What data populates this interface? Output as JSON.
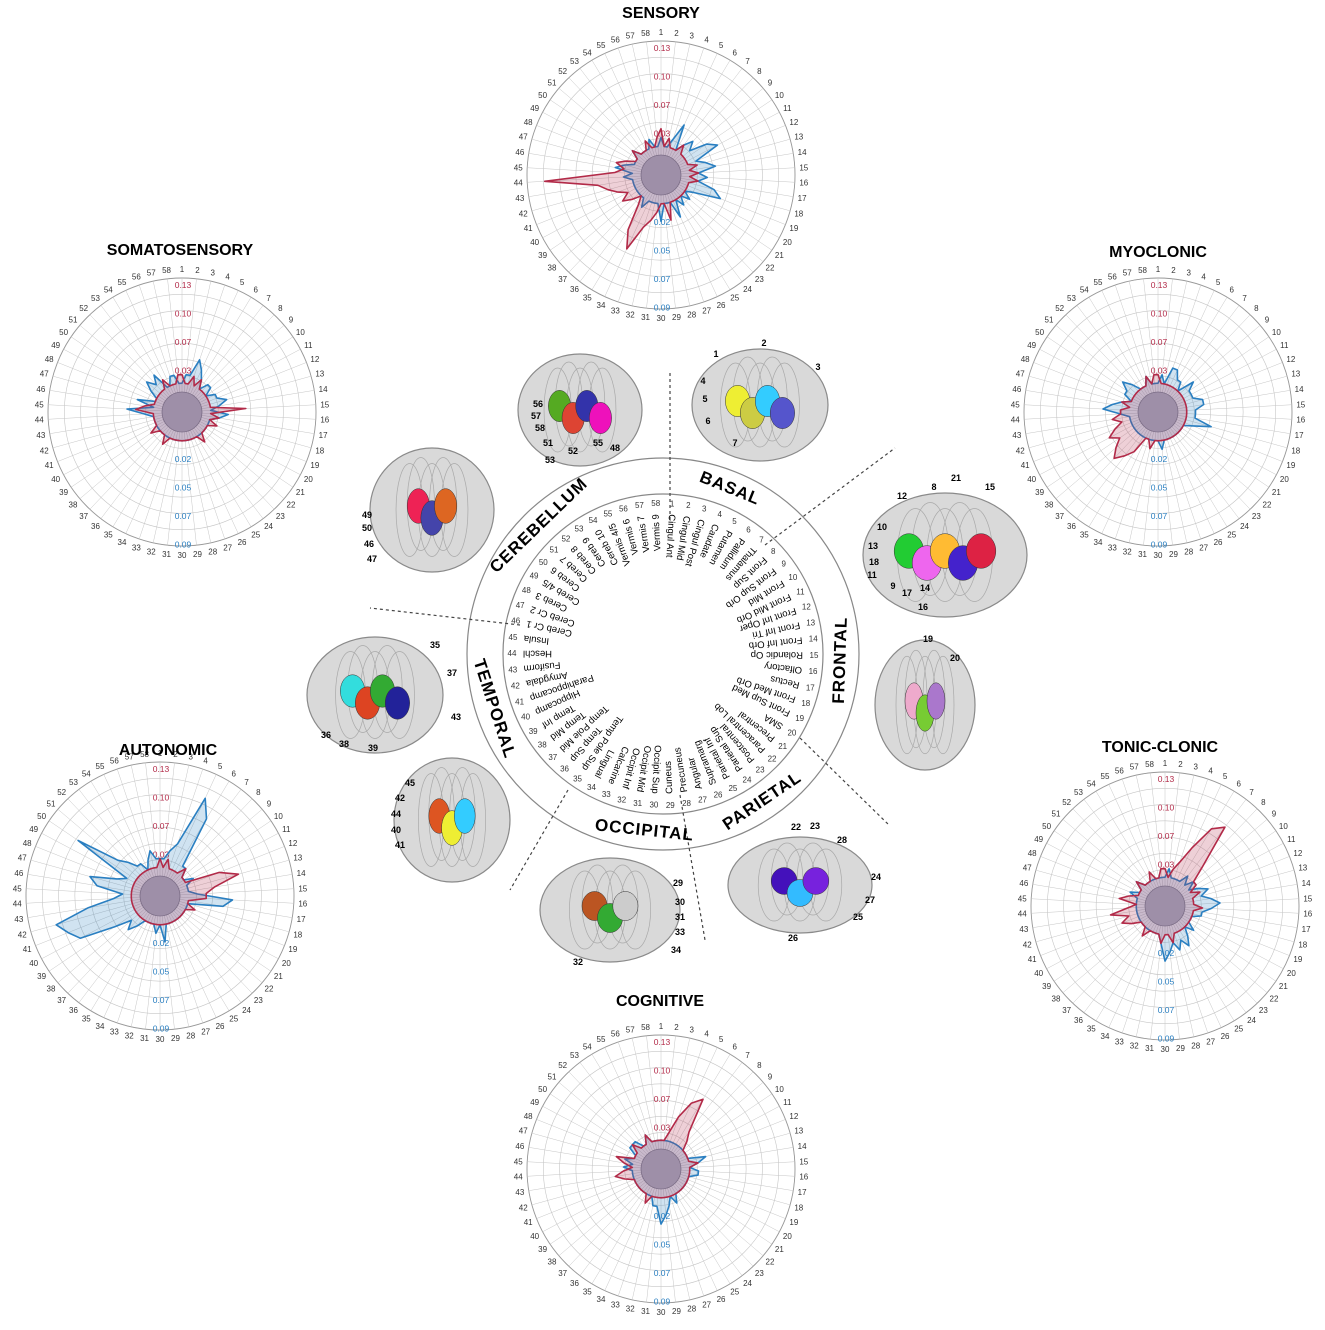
{
  "colors": {
    "positive": "#b22a48",
    "negative": "#2a7fc1",
    "core": "#9e8fa8",
    "grid": "#c6c6c6"
  },
  "ring_labels": {
    "positive": [
      "0.13",
      "0.10",
      "0.07",
      "0.03"
    ],
    "negative": [
      "0.02",
      "0.05",
      "0.07",
      "0.09"
    ]
  },
  "index_labels": [
    "1",
    "2",
    "3",
    "4",
    "5",
    "6",
    "7",
    "8",
    "9",
    "10",
    "11",
    "12",
    "13",
    "14",
    "15",
    "16",
    "17",
    "18",
    "19",
    "20",
    "21",
    "22",
    "23",
    "24",
    "25",
    "26",
    "27",
    "28",
    "29",
    "30",
    "31",
    "32",
    "33",
    "34",
    "35",
    "36",
    "37",
    "38",
    "39",
    "40",
    "41",
    "42",
    "43",
    "44",
    "45",
    "46",
    "47",
    "48",
    "49",
    "50",
    "51",
    "52",
    "53",
    "54",
    "55",
    "56",
    "57",
    "58"
  ],
  "charts": [
    {
      "key": "sensory",
      "title": "SENSORY",
      "pos": [
        0.03,
        0.01,
        0.02,
        0.01,
        0.01,
        0.01,
        0.02,
        0.01,
        0.01,
        0.01,
        0.01,
        0.01,
        0.02,
        0.01,
        0.02,
        0.01,
        0.02,
        0.01,
        0.01,
        0.01,
        0.01,
        0.01,
        0.01,
        0.01,
        0.01,
        0.01,
        0.01,
        0.03,
        0.01,
        0.01,
        0.02,
        0.03,
        0.04,
        0.07,
        0.05,
        0.02,
        0.01,
        0.02,
        0.03,
        0.02,
        0.03,
        0.04,
        0.05,
        0.11,
        0.03,
        0.02,
        0.03,
        0.02,
        0.01,
        0.01,
        0.02,
        0.01,
        0.01,
        0.01,
        0.02,
        0.01,
        0.01,
        0.02
      ],
      "neg": [
        0.02,
        0.01,
        0.01,
        0.02,
        0.04,
        0.01,
        0.02,
        0.03,
        0.02,
        0.04,
        0.05,
        0.02,
        0.03,
        0.04,
        0.02,
        0.03,
        0.02,
        0.04,
        0.05,
        0.02,
        0.01,
        0.02,
        0.01,
        0.02,
        0.01,
        0.03,
        0.01,
        0.01,
        0.01,
        0.03,
        0.01,
        0.01,
        0.01,
        0.01,
        0.02,
        0.01,
        0.01,
        0.01,
        0.01,
        0.01,
        0.01,
        0.01,
        0.01,
        0.02,
        0.01,
        0.03,
        0.02,
        0.01,
        0.01,
        0.01,
        0.02,
        0.01,
        0.01,
        0.01,
        0.01,
        0.02,
        0.01,
        0.01
      ]
    },
    {
      "key": "somatosensory",
      "title": "SOMATOSENSORY",
      "pos": [
        0.02,
        0.01,
        0.01,
        0.02,
        0.01,
        0.02,
        0.01,
        0.01,
        0.01,
        0.01,
        0.01,
        0.01,
        0.01,
        0.01,
        0.05,
        0.01,
        0.02,
        0.01,
        0.02,
        0.01,
        0.01,
        0.01,
        0.01,
        0.02,
        0.01,
        0.01,
        0.01,
        0.01,
        0.01,
        0.01,
        0.01,
        0.01,
        0.01,
        0.01,
        0.02,
        0.01,
        0.01,
        0.01,
        0.02,
        0.01,
        0.01,
        0.01,
        0.01,
        0.01,
        0.03,
        0.02,
        0.01,
        0.01,
        0.01,
        0.01,
        0.01,
        0.01,
        0.01,
        0.02,
        0.01,
        0.01,
        0.01,
        0.02
      ],
      "neg": [
        0.01,
        0.02,
        0.02,
        0.04,
        0.03,
        0.02,
        0.01,
        0.02,
        0.02,
        0.01,
        0.02,
        0.02,
        0.03,
        0.02,
        0.01,
        0.03,
        0.02,
        0.01,
        0.01,
        0.01,
        0.01,
        0.01,
        0.01,
        0.01,
        0.01,
        0.01,
        0.01,
        0.01,
        0.01,
        0.01,
        0.01,
        0.01,
        0.01,
        0.01,
        0.01,
        0.01,
        0.01,
        0.01,
        0.01,
        0.01,
        0.01,
        0.01,
        0.01,
        0.02,
        0.04,
        0.01,
        0.03,
        0.01,
        0.01,
        0.02,
        0.03,
        0.02,
        0.03,
        0.01,
        0.01,
        0.02,
        0.02,
        0.01
      ]
    },
    {
      "key": "myoclonic",
      "title": "MYOCLONIC",
      "pos": [
        0.02,
        0.01,
        0.01,
        0.01,
        0.01,
        0.01,
        0.01,
        0.01,
        0.01,
        0.01,
        0.01,
        0.01,
        0.01,
        0.01,
        0.01,
        0.01,
        0.01,
        0.01,
        0.01,
        0.01,
        0.01,
        0.01,
        0.01,
        0.01,
        0.01,
        0.01,
        0.01,
        0.01,
        0.01,
        0.01,
        0.01,
        0.02,
        0.01,
        0.01,
        0.03,
        0.04,
        0.05,
        0.04,
        0.03,
        0.04,
        0.03,
        0.02,
        0.03,
        0.02,
        0.02,
        0.01,
        0.02,
        0.01,
        0.01,
        0.01,
        0.01,
        0.01,
        0.01,
        0.01,
        0.01,
        0.02,
        0.01,
        0.02
      ],
      "neg": [
        0.01,
        0.02,
        0.01,
        0.03,
        0.03,
        0.02,
        0.02,
        0.01,
        0.03,
        0.02,
        0.02,
        0.02,
        0.03,
        0.03,
        0.02,
        0.02,
        0.02,
        0.04,
        0.02,
        0.01,
        0.01,
        0.01,
        0.01,
        0.01,
        0.01,
        0.01,
        0.01,
        0.01,
        0.02,
        0.01,
        0.01,
        0.01,
        0.01,
        0.01,
        0.01,
        0.01,
        0.01,
        0.01,
        0.01,
        0.01,
        0.01,
        0.01,
        0.01,
        0.02,
        0.04,
        0.03,
        0.02,
        0.01,
        0.02,
        0.02,
        0.03,
        0.02,
        0.01,
        0.01,
        0.01,
        0.02,
        0.01,
        0.01
      ]
    },
    {
      "key": "autonomic",
      "title": "AUTONOMIC",
      "pos": [
        0.02,
        0.01,
        0.02,
        0.01,
        0.01,
        0.01,
        0.01,
        0.02,
        0.01,
        0.01,
        0.01,
        0.05,
        0.07,
        0.04,
        0.03,
        0.03,
        0.01,
        0.01,
        0.02,
        0.01,
        0.01,
        0.01,
        0.01,
        0.01,
        0.01,
        0.01,
        0.01,
        0.01,
        0.01,
        0.01,
        0.01,
        0.01,
        0.01,
        0.01,
        0.01,
        0.01,
        0.01,
        0.01,
        0.01,
        0.01,
        0.01,
        0.01,
        0.01,
        0.01,
        0.01,
        0.01,
        0.01,
        0.01,
        0.01,
        0.01,
        0.01,
        0.01,
        0.01,
        0.01,
        0.01,
        0.01,
        0.01,
        0.01
      ],
      "neg": [
        0.02,
        0.02,
        0.03,
        0.04,
        0.1,
        0.08,
        0.02,
        0.02,
        0.01,
        0.01,
        0.02,
        0.01,
        0.01,
        0.01,
        0.02,
        0.06,
        0.05,
        0.01,
        0.01,
        0.01,
        0.01,
        0.01,
        0.01,
        0.01,
        0.01,
        0.01,
        0.01,
        0.01,
        0.03,
        0.01,
        0.02,
        0.01,
        0.01,
        0.01,
        0.01,
        0.02,
        0.03,
        0.02,
        0.04,
        0.08,
        0.09,
        0.1,
        0.06,
        0.03,
        0.02,
        0.05,
        0.06,
        0.03,
        0.02,
        0.09,
        0.04,
        0.03,
        0.02,
        0.02,
        0.01,
        0.02,
        0.03,
        0.02
      ]
    },
    {
      "key": "tonic-clonic",
      "title": "TONIC-CLONIC",
      "pos": [
        0.02,
        0.01,
        0.02,
        0.03,
        0.05,
        0.08,
        0.09,
        0.04,
        0.02,
        0.02,
        0.01,
        0.02,
        0.01,
        0.01,
        0.01,
        0.02,
        0.01,
        0.01,
        0.01,
        0.01,
        0.01,
        0.01,
        0.01,
        0.01,
        0.01,
        0.01,
        0.01,
        0.02,
        0.01,
        0.01,
        0.02,
        0.01,
        0.01,
        0.01,
        0.01,
        0.02,
        0.01,
        0.01,
        0.01,
        0.02,
        0.03,
        0.02,
        0.04,
        0.02,
        0.01,
        0.03,
        0.02,
        0.01,
        0.01,
        0.01,
        0.02,
        0.01,
        0.01,
        0.01,
        0.02,
        0.01,
        0.01,
        0.02
      ],
      "neg": [
        0.01,
        0.02,
        0.01,
        0.01,
        0.01,
        0.01,
        0.02,
        0.01,
        0.02,
        0.01,
        0.02,
        0.03,
        0.02,
        0.03,
        0.04,
        0.03,
        0.02,
        0.02,
        0.01,
        0.01,
        0.01,
        0.02,
        0.01,
        0.02,
        0.03,
        0.02,
        0.03,
        0.02,
        0.03,
        0.04,
        0.02,
        0.01,
        0.01,
        0.01,
        0.01,
        0.01,
        0.01,
        0.01,
        0.01,
        0.01,
        0.01,
        0.01,
        0.01,
        0.01,
        0.01,
        0.01,
        0.01,
        0.02,
        0.01,
        0.01,
        0.02,
        0.01,
        0.01,
        0.01,
        0.01,
        0.01,
        0.01,
        0.01
      ]
    },
    {
      "key": "cognitive",
      "title": "COGNITIVE",
      "pos": [
        0.01,
        0.01,
        0.02,
        0.04,
        0.06,
        0.07,
        0.03,
        0.02,
        0.01,
        0.01,
        0.01,
        0.01,
        0.01,
        0.02,
        0.01,
        0.01,
        0.01,
        0.01,
        0.01,
        0.01,
        0.01,
        0.01,
        0.01,
        0.01,
        0.01,
        0.01,
        0.01,
        0.01,
        0.01,
        0.01,
        0.01,
        0.01,
        0.01,
        0.02,
        0.01,
        0.01,
        0.01,
        0.01,
        0.01,
        0.01,
        0.01,
        0.02,
        0.03,
        0.02,
        0.01,
        0.02,
        0.03,
        0.01,
        0.01,
        0.01,
        0.02,
        0.01,
        0.01,
        0.01,
        0.02,
        0.01,
        0.01,
        0.01
      ],
      "neg": [
        0.01,
        0.01,
        0.01,
        0.01,
        0.01,
        0.01,
        0.01,
        0.01,
        0.01,
        0.01,
        0.01,
        0.01,
        0.03,
        0.02,
        0.01,
        0.02,
        0.02,
        0.01,
        0.01,
        0.01,
        0.01,
        0.01,
        0.01,
        0.01,
        0.01,
        0.02,
        0.01,
        0.02,
        0.03,
        0.04,
        0.02,
        0.02,
        0.01,
        0.01,
        0.01,
        0.01,
        0.01,
        0.01,
        0.01,
        0.01,
        0.01,
        0.01,
        0.01,
        0.01,
        0.02,
        0.01,
        0.02,
        0.01,
        0.01,
        0.02,
        0.02,
        0.02,
        0.01,
        0.01,
        0.02,
        0.01,
        0.01,
        0.01
      ]
    }
  ],
  "regions": [
    "Cingul Ant",
    "Cingul Mid",
    "Cingul Post",
    "Caudate",
    "Putamen",
    "Pallidum",
    "Thalamus",
    "Front Sup",
    "Front Sup Orb",
    "Front Mid",
    "Front Mid Orb",
    "Front Inf Oper",
    "Front Inf Tri",
    "Front Inf Orb",
    "Rolandic Op",
    "Olfactory",
    "Rectus",
    "Front Med Orb",
    "Front Sup Med",
    "SMA",
    "Precentral",
    "Paracentral Lob",
    "Postcentral",
    "Parietal Sup",
    "Parietal Inf",
    "Supramarg",
    "Angular",
    "Precuneus",
    "Cuneus",
    "Occipit Sup",
    "Occipit Mid",
    "Occipit Inf",
    "Calcarine",
    "Lingual",
    "Temp Pole Sup",
    "Temp Sup",
    "Temp Pole Mid",
    "Temp Mid",
    "Temp Inf",
    "Hippocamp",
    "Parahippocamp",
    "Amygdala",
    "Fusiform",
    "Heschl",
    "Insula",
    "Cereb Cr 1",
    "Cereb Cr 2",
    "Cereb 3",
    "Cereb 4/5",
    "Cereb 6",
    "Cereb 7",
    "Cereb 8",
    "Cereb 9",
    "Cereb 10",
    "Vermis 4/5",
    "Vermis 6",
    "Vermis 7",
    "Vermis 9"
  ],
  "lobes": [
    "BASAL",
    "FRONTAL",
    "PARIETAL",
    "OCCIPITAL",
    "TEMPORAL",
    "CEREBELLUM"
  ],
  "brains": [
    {
      "key": "cerebellum",
      "labels": [
        "56",
        "57",
        "58",
        "51",
        "52",
        "53",
        "48",
        "55"
      ]
    },
    {
      "key": "basal",
      "labels": [
        "1",
        "2",
        "3",
        "4",
        "5",
        "6",
        "7"
      ]
    },
    {
      "key": "frontal-lateral",
      "labels": [
        "12",
        "8",
        "21",
        "15",
        "10",
        "13",
        "18",
        "11",
        "9",
        "17",
        "14",
        "16"
      ]
    },
    {
      "key": "frontal-medial",
      "labels": [
        "19",
        "20"
      ]
    },
    {
      "key": "cerebellum-coronal",
      "labels": [
        "49",
        "50",
        "46",
        "47"
      ]
    },
    {
      "key": "temporal-lateral",
      "labels": [
        "35",
        "37",
        "43",
        "36",
        "38",
        "39"
      ]
    },
    {
      "key": "temporal-axial",
      "labels": [
        "45",
        "42",
        "44",
        "40",
        "41"
      ]
    },
    {
      "key": "occipital",
      "labels": [
        "29",
        "30",
        "31",
        "33",
        "34",
        "32"
      ]
    },
    {
      "key": "parietal",
      "labels": [
        "22",
        "23",
        "28",
        "24",
        "27",
        "25",
        "26"
      ]
    }
  ]
}
